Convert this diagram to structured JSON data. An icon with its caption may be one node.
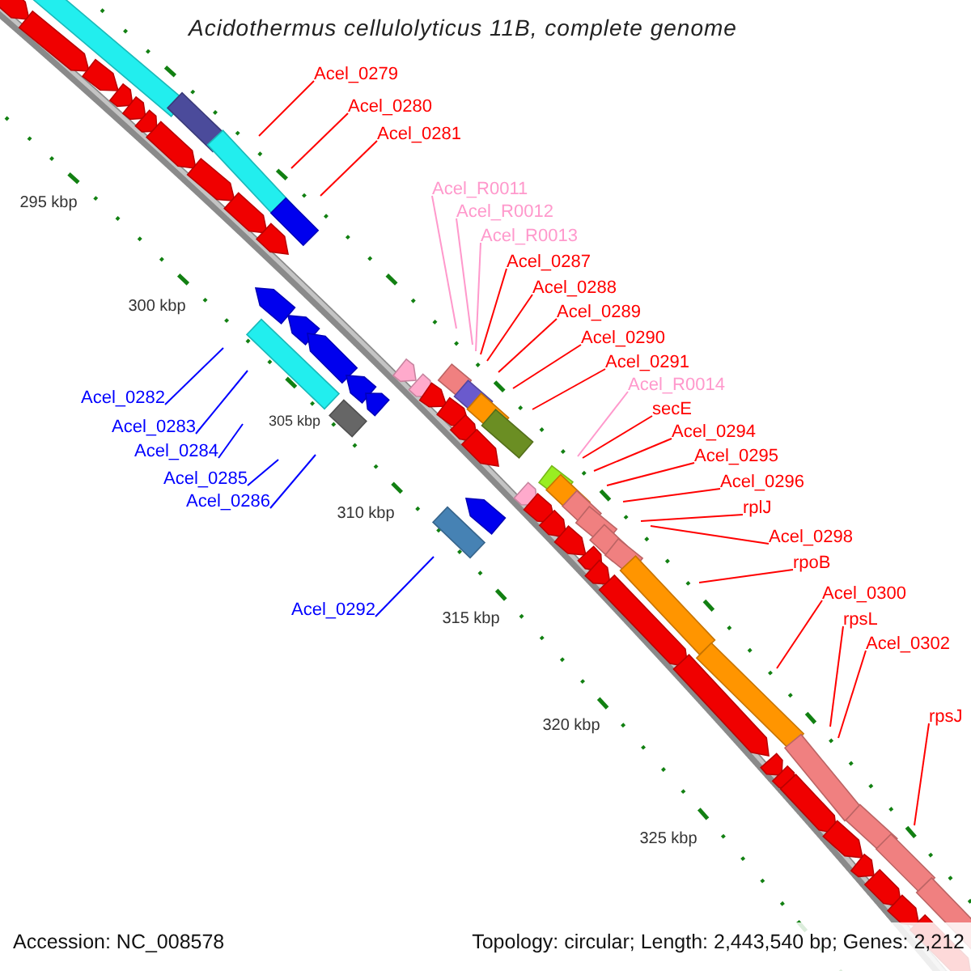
{
  "diagram": {
    "title": "Acidothermus cellulolyticus 11B, complete genome",
    "nodes": [
      {
        "text": [
          "Acel_0279"
        ]
      },
      {
        "text": [
          "Acel_0280"
        ]
      },
      {
        "text": [
          "Acel_0281"
        ]
      },
      {
        "text": [
          "Acel_R0011"
        ]
      },
      {
        "text": [
          "Acel_R0012"
        ]
      },
      {
        "text": [
          "Acel_R0013"
        ]
      },
      {
        "text": [
          "Acel_0287"
        ]
      },
      {
        "text": [
          "Acel_0288"
        ]
      },
      {
        "text": [
          "Acel_0289"
        ]
      },
      {
        "text": [
          "Acel_0290"
        ]
      },
      {
        "text": [
          "Acel_0291"
        ]
      },
      {
        "text": [
          "Acel_R0014"
        ]
      },
      {
        "text": [
          "secE"
        ]
      },
      {
        "text": [
          "Acel_0294"
        ]
      },
      {
        "text": [
          "Acel_0295"
        ]
      },
      {
        "text": [
          "Acel_0296"
        ]
      },
      {
        "text": [
          "rplJ"
        ]
      },
      {
        "text": [
          "Acel_0298"
        ]
      },
      {
        "text": [
          "rpoB"
        ]
      },
      {
        "text": [
          "Acel_0300"
        ]
      },
      {
        "text": [
          "rpsL"
        ]
      },
      {
        "text": [
          "Acel_0302"
        ]
      },
      {
        "text": [
          "rpsJ"
        ]
      },
      {
        "text": [
          "Acel_0282"
        ]
      },
      {
        "text": [
          "Acel_0283"
        ]
      },
      {
        "text": [
          "Acel_0284"
        ]
      },
      {
        "text": [
          "Acel_0285"
        ]
      },
      {
        "text": [
          "Acel_0286"
        ]
      },
      {
        "text": [
          "Acel_0292"
        ]
      }
    ],
    "edges": [
      {
        "from": 0,
        "to": null,
        "arrow": "none"
      },
      {
        "from": 1,
        "to": null,
        "arrow": "none"
      },
      {
        "from": 2,
        "to": null,
        "arrow": "none"
      },
      {
        "from": 3,
        "to": null,
        "arrow": "none",
        "color": "#ff99cc"
      },
      {
        "from": 4,
        "to": null,
        "arrow": "none",
        "color": "#ff99cc"
      },
      {
        "from": 5,
        "to": null,
        "arrow": "none",
        "color": "#ff99cc"
      },
      {
        "from": 6,
        "to": null,
        "arrow": "none"
      },
      {
        "from": 7,
        "to": null,
        "arrow": "none"
      },
      {
        "from": 8,
        "to": null,
        "arrow": "none"
      },
      {
        "from": 9,
        "to": null,
        "arrow": "none"
      },
      {
        "from": 10,
        "to": null,
        "arrow": "none"
      },
      {
        "from": 11,
        "to": null,
        "arrow": "none",
        "color": "#ff99cc"
      },
      {
        "from": 12,
        "to": null,
        "arrow": "none"
      },
      {
        "from": 13,
        "to": null,
        "arrow": "none"
      },
      {
        "from": 14,
        "to": null,
        "arrow": "none"
      },
      {
        "from": 15,
        "to": null,
        "arrow": "none"
      },
      {
        "from": 16,
        "to": null,
        "arrow": "none"
      },
      {
        "from": 17,
        "to": null,
        "arrow": "none"
      },
      {
        "from": 18,
        "to": null,
        "arrow": "none"
      },
      {
        "from": 19,
        "to": null,
        "arrow": "none"
      },
      {
        "from": 20,
        "to": null,
        "arrow": "none"
      },
      {
        "from": 21,
        "to": null,
        "arrow": "none"
      },
      {
        "from": 22,
        "to": null,
        "arrow": "none"
      },
      {
        "from": 23,
        "to": null,
        "arrow": "none",
        "color": "#0000ff"
      },
      {
        "from": 24,
        "to": null,
        "arrow": "none",
        "color": "#0000ff"
      },
      {
        "from": 25,
        "to": null,
        "arrow": "none",
        "color": "#0000ff"
      },
      {
        "from": 26,
        "to": null,
        "arrow": "none",
        "color": "#0000ff"
      },
      {
        "from": 27,
        "to": null,
        "arrow": "none",
        "color": "#0000ff"
      },
      {
        "from": 28,
        "to": null,
        "arrow": "none",
        "color": "#0000ff"
      }
    ],
    "labels": [
      "295 kbp",
      "300 kbp",
      "305 kbp",
      "310 kbp",
      "315 kbp",
      "320 kbp",
      "325 kbp",
      "Accession: NC_008578",
      "Topology: circular; Length: 2,443,540 bp; Genes: 2,212"
    ]
  }
}
